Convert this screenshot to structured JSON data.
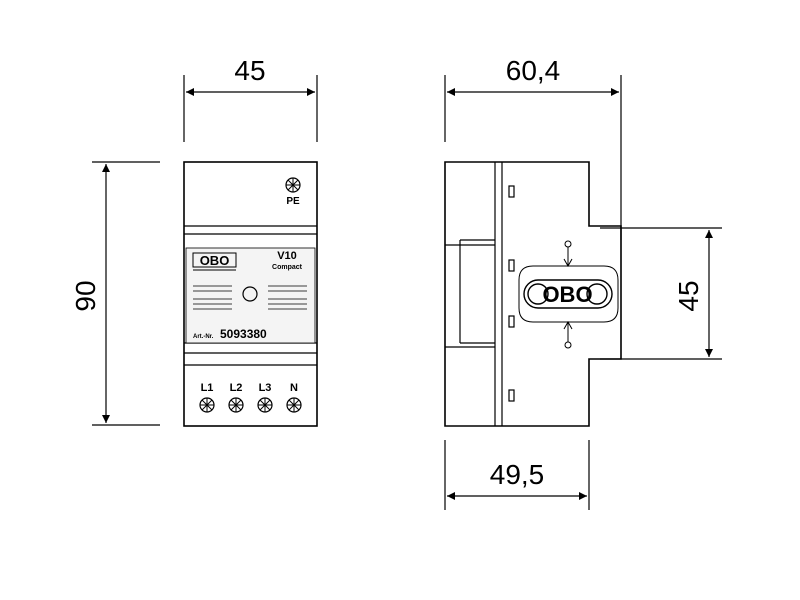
{
  "dimensions": {
    "front_width": "45",
    "front_height": "90",
    "side_depth": "60,4",
    "side_height": "45",
    "side_base_depth": "49,5"
  },
  "front_view": {
    "pe_label": "PE",
    "brand": "OBO",
    "model": "V10",
    "variant": "Compact",
    "art_prefix": "Art.-Nr.",
    "art_number": "5093380",
    "terminals": [
      "L1",
      "L2",
      "L3",
      "N"
    ]
  },
  "side_view": {
    "brand": "OBO"
  },
  "colors": {
    "line": "#000000",
    "label_panel": "#f4f4f4",
    "background": "#ffffff"
  }
}
